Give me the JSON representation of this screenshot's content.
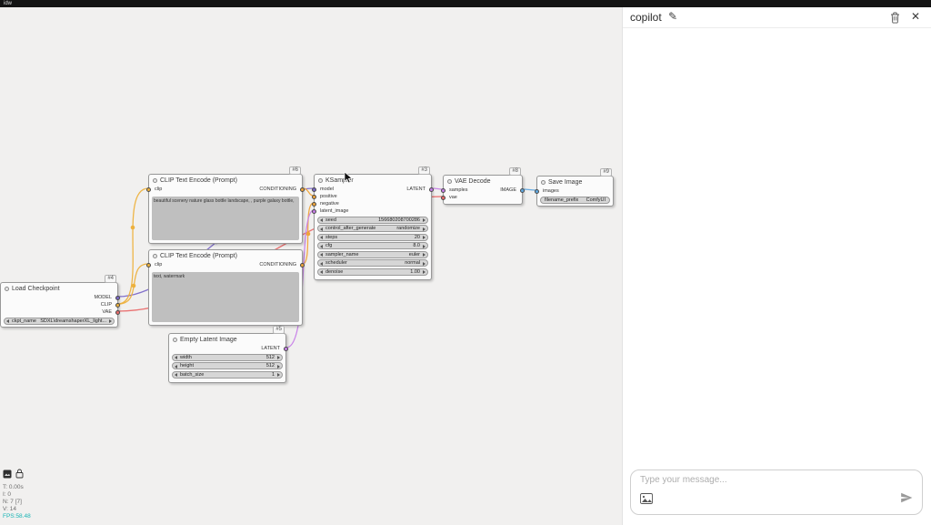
{
  "titlebar": {
    "title": "idw"
  },
  "colors": {
    "model": "#7b68c8",
    "clip": "#edb13d",
    "vae": "#e96a6a",
    "conditioning": "#efa43a",
    "latent": "#c77fe8",
    "image": "#5fa8e0",
    "fps": "#19b5b5"
  },
  "icons": {
    "edit": "✎",
    "close": "✕"
  },
  "nodes": {
    "load_checkpoint": {
      "badge": "#4",
      "title": "Load Checkpoint",
      "outputs": [
        "MODEL",
        "CLIP",
        "VAE"
      ],
      "widget": {
        "label": "ckpt_name",
        "value": "SDXL\\dreamshaperXL_light..."
      }
    },
    "clip_positive": {
      "badge": "#6",
      "title": "CLIP Text Encode (Prompt)",
      "input": "clip",
      "output": "CONDITIONING",
      "text": "beautiful scenery nature glass bottle landscape, , purple galaxy bottle,"
    },
    "clip_negative": {
      "title": "CLIP Text Encode (Prompt)",
      "input": "clip",
      "output": "CONDITIONING",
      "text": "text, watermark"
    },
    "empty_latent": {
      "badge": "#5",
      "title": "Empty Latent Image",
      "output": "LATENT",
      "widgets": [
        {
          "label": "width",
          "value": "512"
        },
        {
          "label": "height",
          "value": "512"
        },
        {
          "label": "batch_size",
          "value": "1"
        }
      ]
    },
    "ksampler": {
      "badge": "#3",
      "title": "KSampler",
      "inputs": [
        "model",
        "positive",
        "negative",
        "latent_image"
      ],
      "output": "LATENT",
      "widgets": [
        {
          "label": "seed",
          "value": "156680208700286"
        },
        {
          "label": "control_after_generate",
          "value": "randomize"
        },
        {
          "label": "steps",
          "value": "20"
        },
        {
          "label": "cfg",
          "value": "8.0"
        },
        {
          "label": "sampler_name",
          "value": "euler"
        },
        {
          "label": "scheduler",
          "value": "normal"
        },
        {
          "label": "denoise",
          "value": "1.00"
        }
      ]
    },
    "vae_decode": {
      "badge": "#8",
      "title": "VAE Decode",
      "inputs": [
        "samples",
        "vae"
      ],
      "output": "IMAGE"
    },
    "save_image": {
      "badge": "#9",
      "title": "Save Image",
      "input": "images",
      "widget": {
        "label": "filename_prefix",
        "value": "ComfyUI"
      }
    }
  },
  "stats": {
    "t": "T: 0.00s",
    "i": "I: 0",
    "n": "N: 7 [7]",
    "v": "V: 14",
    "fps": "FPS:58.48"
  },
  "copilot": {
    "title": "copilot",
    "placeholder": "Type your message..."
  }
}
